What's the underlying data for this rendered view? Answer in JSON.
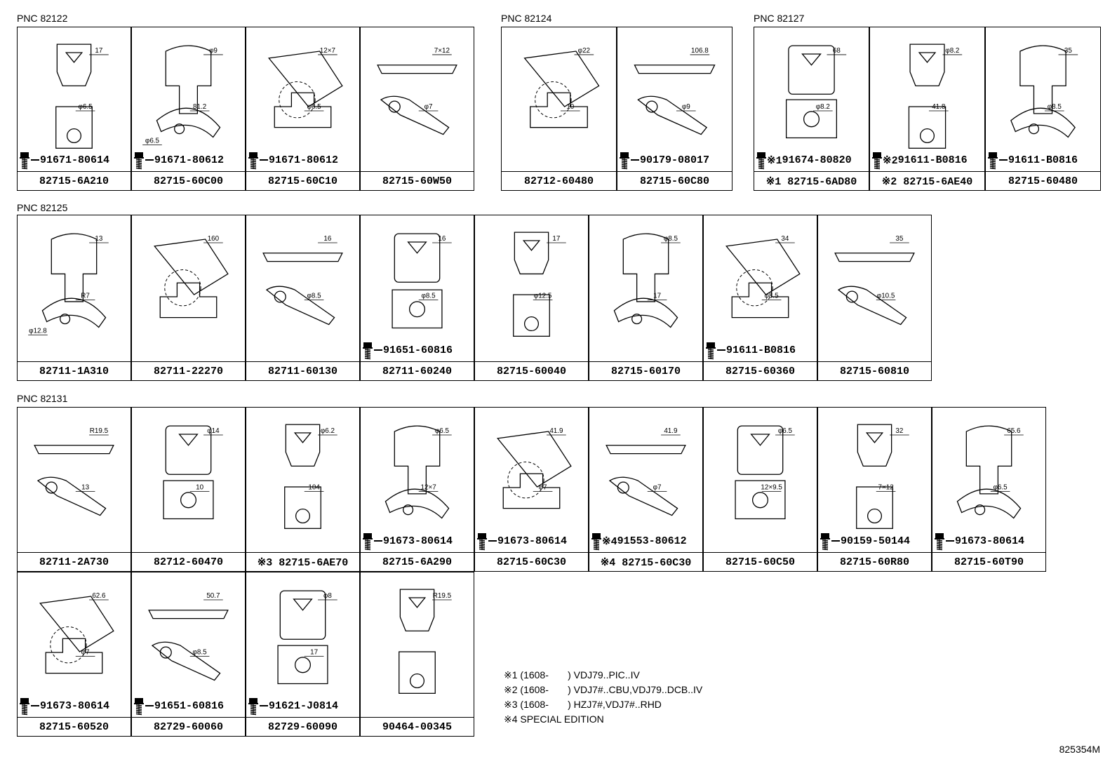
{
  "groups": [
    {
      "pnc": "PNC 82122",
      "cells": [
        {
          "part": "82715-6A210",
          "fastener": "91671-80614",
          "marker": "",
          "dims": [
            "17",
            "φ6.5"
          ]
        },
        {
          "part": "82715-60C00",
          "fastener": "91671-80612",
          "marker": "",
          "dims": [
            "φ9",
            "81.2",
            "φ6.5"
          ]
        },
        {
          "part": "82715-60C10",
          "fastener": "91671-80612",
          "marker": "",
          "dims": [
            "12×7",
            "φ6.5"
          ]
        },
        {
          "part": "82715-60W50",
          "fastener": "",
          "marker": "",
          "dims": [
            "7×12",
            "φ7"
          ]
        }
      ]
    },
    {
      "pnc": "PNC 82124",
      "cells": [
        {
          "part": "82712-60480",
          "fastener": "",
          "marker": "",
          "dims": [
            "φ22",
            "10"
          ]
        },
        {
          "part": "82715-60C80",
          "fastener": "90179-08017",
          "marker": "",
          "dims": [
            "106.8",
            "φ9"
          ]
        }
      ]
    },
    {
      "pnc": "PNC 82127",
      "cells": [
        {
          "part": "※1 82715-6AD80",
          "fastener": "91674-80820",
          "marker": "※1",
          "dims": [
            "68",
            "φ8.2"
          ]
        },
        {
          "part": "※2 82715-6AE40",
          "fastener": "91611-B0816",
          "marker": "※2",
          "dims": [
            "φ8.2",
            "41.8"
          ]
        },
        {
          "part": "82715-60480",
          "fastener": "91611-B0816",
          "marker": "",
          "dims": [
            "35",
            "φ8.5"
          ]
        }
      ]
    },
    {
      "pnc": "PNC 82125",
      "cells": [
        {
          "part": "82711-1A310",
          "fastener": "",
          "marker": "",
          "dims": [
            "13",
            "R7",
            "φ12.8"
          ]
        },
        {
          "part": "82711-22270",
          "fastener": "",
          "marker": "",
          "dims": [
            "160"
          ]
        },
        {
          "part": "82711-60130",
          "fastener": "",
          "marker": "",
          "dims": [
            "16",
            "φ8.5"
          ]
        },
        {
          "part": "82711-60240",
          "fastener": "91651-60816",
          "marker": "",
          "dims": [
            "16",
            "φ8.5"
          ]
        },
        {
          "part": "82715-60040",
          "fastener": "",
          "marker": "",
          "dims": [
            "17",
            "φ12.5"
          ]
        },
        {
          "part": "82715-60170",
          "fastener": "",
          "marker": "",
          "dims": [
            "φ8.5",
            "17"
          ]
        },
        {
          "part": "82715-60360",
          "fastener": "91611-B0816",
          "marker": "",
          "dims": [
            "34",
            "φ8.5"
          ]
        },
        {
          "part": "82715-60810",
          "fastener": "",
          "marker": "",
          "dims": [
            "35",
            "φ10.5"
          ]
        }
      ]
    },
    {
      "pnc": "PNC 82131",
      "cells": [
        {
          "part": "82711-2A730",
          "fastener": "",
          "marker": "",
          "dims": [
            "R19.5",
            "13"
          ]
        },
        {
          "part": "82712-60470",
          "fastener": "",
          "marker": "",
          "dims": [
            "φ14",
            "10"
          ]
        },
        {
          "part": "※3 82715-6AE70",
          "fastener": "",
          "marker": "",
          "dims": [
            "φ6.2",
            "104"
          ]
        },
        {
          "part": "82715-6A290",
          "fastener": "91673-80614",
          "marker": "",
          "dims": [
            "φ6.5",
            "12×7"
          ]
        },
        {
          "part": "82715-60C30",
          "fastener": "91673-80614",
          "marker": "",
          "dims": [
            "41.9",
            "φ7"
          ]
        },
        {
          "part": "※4 82715-60C30",
          "fastener": "91553-80612",
          "marker": "※4",
          "dims": [
            "41.9",
            "φ7"
          ]
        },
        {
          "part": "82715-60C50",
          "fastener": "",
          "marker": "",
          "dims": [
            "φ6.5",
            "12×9.5"
          ]
        },
        {
          "part": "82715-60R80",
          "fastener": "90159-50144",
          "marker": "",
          "dims": [
            "32",
            "7×12"
          ]
        },
        {
          "part": "82715-60T90",
          "fastener": "91673-80614",
          "marker": "",
          "dims": [
            "65.6",
            "φ6.5"
          ]
        },
        {
          "part": "82715-60520",
          "fastener": "91673-80614",
          "marker": "",
          "dims": [
            "62.6",
            "φ7"
          ]
        },
        {
          "part": "82729-60060",
          "fastener": "91651-60816",
          "marker": "",
          "dims": [
            "50.7",
            "φ8.5"
          ]
        },
        {
          "part": "82729-60090",
          "fastener": "91621-J0814",
          "marker": "",
          "dims": [
            "φ8",
            "17"
          ]
        },
        {
          "part": "90464-00345",
          "fastener": "",
          "marker": "",
          "dims": [
            "R19.5"
          ]
        }
      ]
    }
  ],
  "notes": [
    "※1 (1608-       ) VDJ79..PIC..IV",
    "※2 (1608-       ) VDJ7#..CBU,VDJ79..DCB..IV",
    "※3 (1608-       ) HZJ7#,VDJ7#..RHD",
    "※4 SPECIAL EDITION"
  ],
  "diagram_code": "825354M"
}
